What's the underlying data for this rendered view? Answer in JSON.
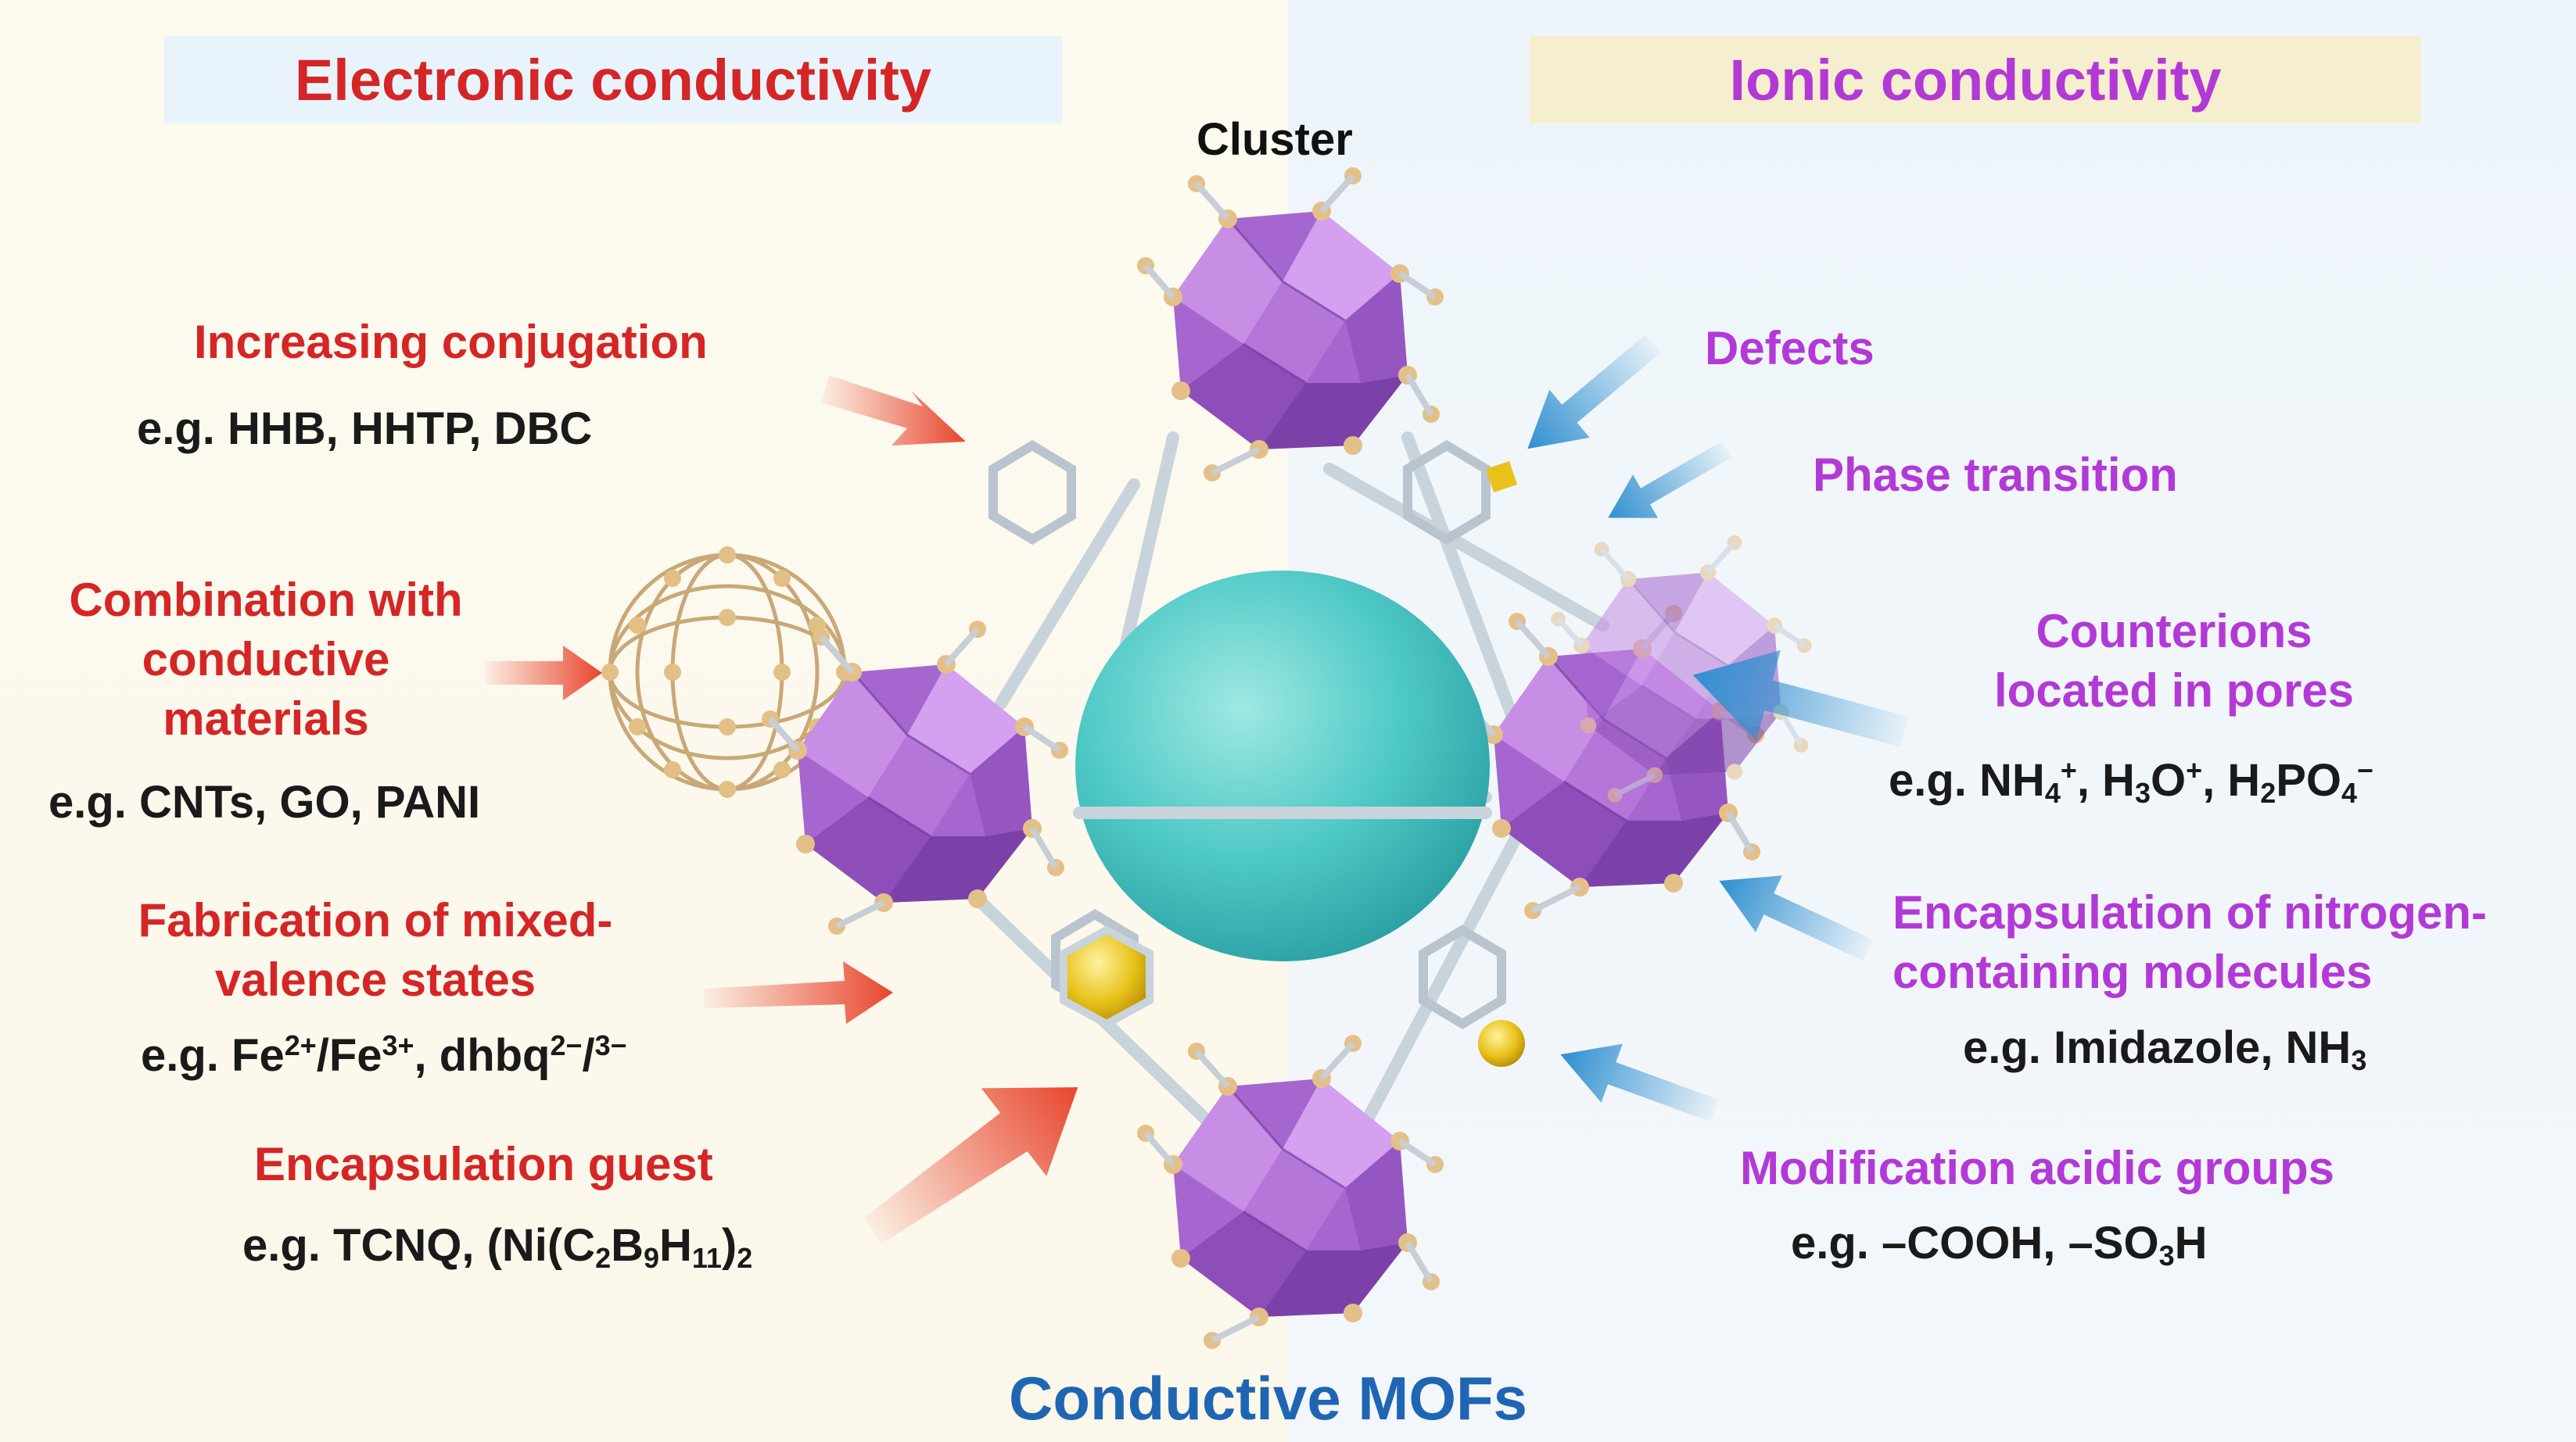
{
  "left_title": "Electronic conductivity",
  "right_title": "Ionic conductivity",
  "cluster_label": "Cluster",
  "center_label": "Conductive MOFs",
  "left_items": {
    "conjugation": {
      "title": "Increasing conjugation",
      "example": "e.g. HHB, HHTP, DBC"
    },
    "combination": {
      "title_l1": "Combination with",
      "title_l2": "conductive",
      "title_l3": "materials",
      "example": "e.g. CNTs, GO, PANI"
    },
    "mixed_valence": {
      "title_l1": "Fabrication of mixed-",
      "title_l2": "valence states",
      "ex_prefix": "e.g. Fe",
      "ex_sup1": "2+",
      "ex_slash": "/Fe",
      "ex_sup2": "3+",
      "ex_mid": ", dhbq",
      "ex_sup3": "2−",
      "ex_slash2": "/",
      "ex_sup4": "3−"
    },
    "guest": {
      "title": "Encapsulation guest",
      "ex_prefix": "e.g. TCNQ, (Ni(C",
      "ex_s1": "2",
      "ex_b": "B",
      "ex_s2": "9",
      "ex_h": "H",
      "ex_s3": "11",
      "ex_close": ")",
      "ex_s4": "2"
    }
  },
  "right_items": {
    "defects": {
      "title": "Defects"
    },
    "phase": {
      "title": "Phase transition"
    },
    "counterions": {
      "title_l1": "Counterions",
      "title_l2": "located in pores",
      "ex_prefix": "e.g. NH",
      "ex_s1": "4",
      "ex_p1": "+",
      "ex_h3o": ", H",
      "ex_s2": "3",
      "ex_o": "O",
      "ex_p2": "+",
      "ex_h2": ", H",
      "ex_s3": "2",
      "ex_po": "PO",
      "ex_s4": "4",
      "ex_m": "−"
    },
    "nitrogen": {
      "title_l1": "Encapsulation of nitrogen-",
      "title_l2": "containing molecules",
      "ex_prefix": "e.g. Imidazole, NH",
      "ex_s1": "3"
    },
    "acidic": {
      "title": "Modification acidic groups",
      "ex_prefix": "e.g. –COOH, –SO",
      "ex_s1": "3",
      "ex_h": "H"
    }
  },
  "colors": {
    "left_accent": "#d42626",
    "right_accent": "#b339d6",
    "center_label": "#1e66b3",
    "left_arrow": "#e8462e",
    "right_arrow": "#2f8fcf",
    "polyhedra": "#b56fd8",
    "pore_sphere": "#4fc9c6",
    "linker": "#c9d3db",
    "atom": "#e4c088"
  }
}
